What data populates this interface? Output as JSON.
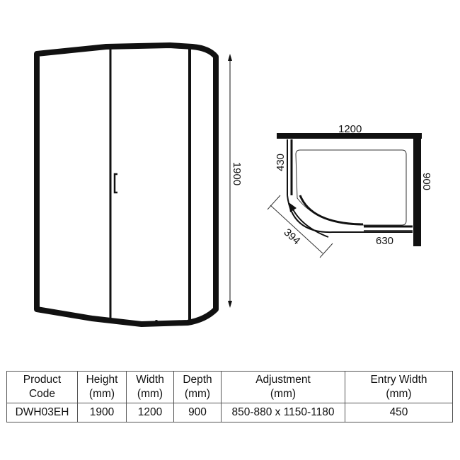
{
  "front_view": {
    "height_label": "1900"
  },
  "plan_view": {
    "width_label": "1200",
    "depth_label": "900",
    "side_panel_label": "430",
    "front_panel_label": "630",
    "entry_label": "394"
  },
  "spec_table": {
    "headers": [
      {
        "line1": "Product",
        "line2": "Code"
      },
      {
        "line1": "Height",
        "line2": "(mm)"
      },
      {
        "line1": "Width",
        "line2": "(mm)"
      },
      {
        "line1": "Depth",
        "line2": "(mm)"
      },
      {
        "line1": "Adjustment",
        "line2": "(mm)"
      },
      {
        "line1": "Entry Width",
        "line2": "(mm)"
      }
    ],
    "rows": [
      [
        "DWH03EH",
        "1900",
        "1200",
        "900",
        "850-880 x 1150-1180",
        "450"
      ]
    ]
  },
  "colors": {
    "line": "#111111",
    "background": "#ffffff",
    "table_border": "#555555"
  }
}
